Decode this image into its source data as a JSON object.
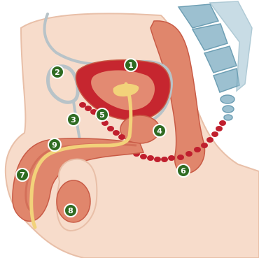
{
  "diagram": {
    "markers": [
      {
        "id": 1,
        "label": "1"
      },
      {
        "id": 2,
        "label": "2"
      },
      {
        "id": 3,
        "label": "3"
      },
      {
        "id": 4,
        "label": "4"
      },
      {
        "id": 5,
        "label": "5"
      },
      {
        "id": 6,
        "label": "6"
      },
      {
        "id": 7,
        "label": "7"
      },
      {
        "id": 8,
        "label": "8"
      },
      {
        "id": 9,
        "label": "9"
      }
    ]
  },
  "colors": {
    "background": "#ffffff",
    "skin": "#f7dccb",
    "skin_outline": "#e8bfa8",
    "tissue": "#e0866c",
    "tissue_dark": "#c85a45",
    "bladder": "#c6262f",
    "bladder_inner": "#e38a72",
    "urine": "#f2d27a",
    "duct": "#b8c3c8",
    "spine": "#9cc0d0",
    "spine_dark": "#6e9fb4",
    "gland_beads": "#c01f2e",
    "marker_fill": "#2f6b22",
    "marker_stroke": "#ffffff",
    "marker_text": "#ffffff"
  }
}
